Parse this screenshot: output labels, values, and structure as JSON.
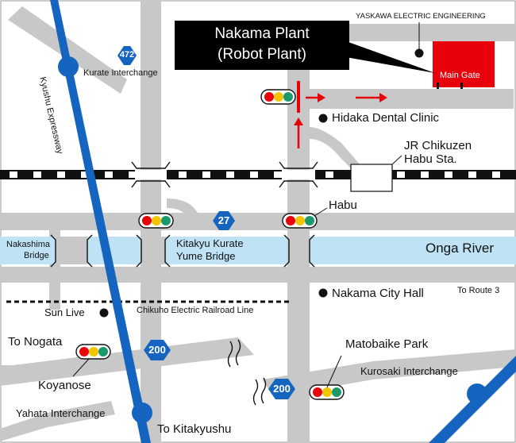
{
  "callout": {
    "line1": "Nakama Plant",
    "line2": "(Robot Plant)"
  },
  "buildings": {
    "yaskawa": "YASKAWA ELECTRIC ENGINEERING",
    "main_gate": "Main Gate"
  },
  "roads": {
    "route_472": "472",
    "route_27": "27",
    "route_200_west": "200",
    "route_200_east": "200",
    "expressway": "Kyushu Expressway"
  },
  "places": {
    "kurate_ic": "Kurate Interchange",
    "dental": "Hidaka Dental Clinic",
    "station_line1": "JR Chikuzen",
    "station_line2": "Habu Sta.",
    "habu": "Habu",
    "nakashima_line1": "Nakashima",
    "nakashima_line2": "Bridge",
    "kitakyu_line1": "Kitakyu Kurate",
    "kitakyu_line2": "Yume Bridge",
    "onga": "Onga River",
    "city_hall": "Nakama City Hall",
    "to_route3": "To Route 3",
    "sun_live": "Sun Live",
    "chikuho": "Chikuho Electric Railroad Line",
    "to_nogata": "To Nogata",
    "koyanose": "Koyanose",
    "matobaike": "Matobaike Park",
    "kurosaki_ic": "Kurosaki Interchange",
    "yahata_ic": "Yahata Interchange",
    "to_kitakyushu": "To Kitakyushu"
  },
  "colors": {
    "road": "#c8c8c8",
    "expressway": "#1565c0",
    "river": "#bfe3f5",
    "gate": "#e8000a",
    "arrow": "#e8000a"
  }
}
